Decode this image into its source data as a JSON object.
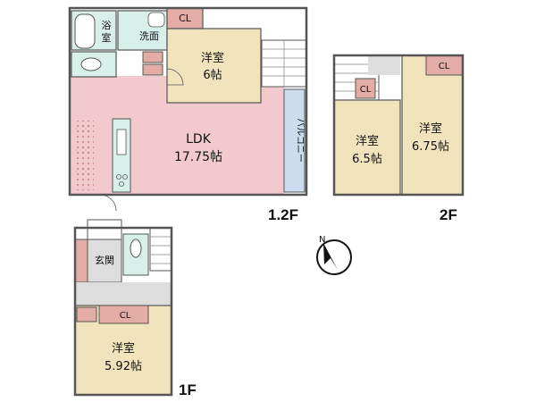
{
  "floors": {
    "f12": {
      "label": "1.2F"
    },
    "f2": {
      "label": "2F"
    },
    "f1": {
      "label": "1F"
    }
  },
  "rooms": {
    "bath": "浴室",
    "wash": "洗面",
    "ldk_name": "LDK",
    "ldk_size": "17.75帖",
    "west6_name": "洋室",
    "west6_size": "6帖",
    "balcony": "バルコニー",
    "west65_name": "洋室",
    "west65_size": "6.5帖",
    "west675_name": "洋室",
    "west675_size": "6.75帖",
    "entrance": "玄関",
    "west592_name": "洋室",
    "west592_size": "5.92帖"
  },
  "closets": {
    "cl_6": "CL",
    "cl_2f_right": "CL",
    "cl_2f_small": "CL",
    "cl_1f": "CL"
  },
  "compass": {
    "letter": "N"
  },
  "colors": {
    "ldk": "#f2c9cc",
    "western_room": "#f1e3bc",
    "wet_area": "#d8f0ea",
    "closet": "#e3aca4",
    "balcony": "#cdddef",
    "corridor": "#dddddd",
    "wall": "#555555"
  }
}
